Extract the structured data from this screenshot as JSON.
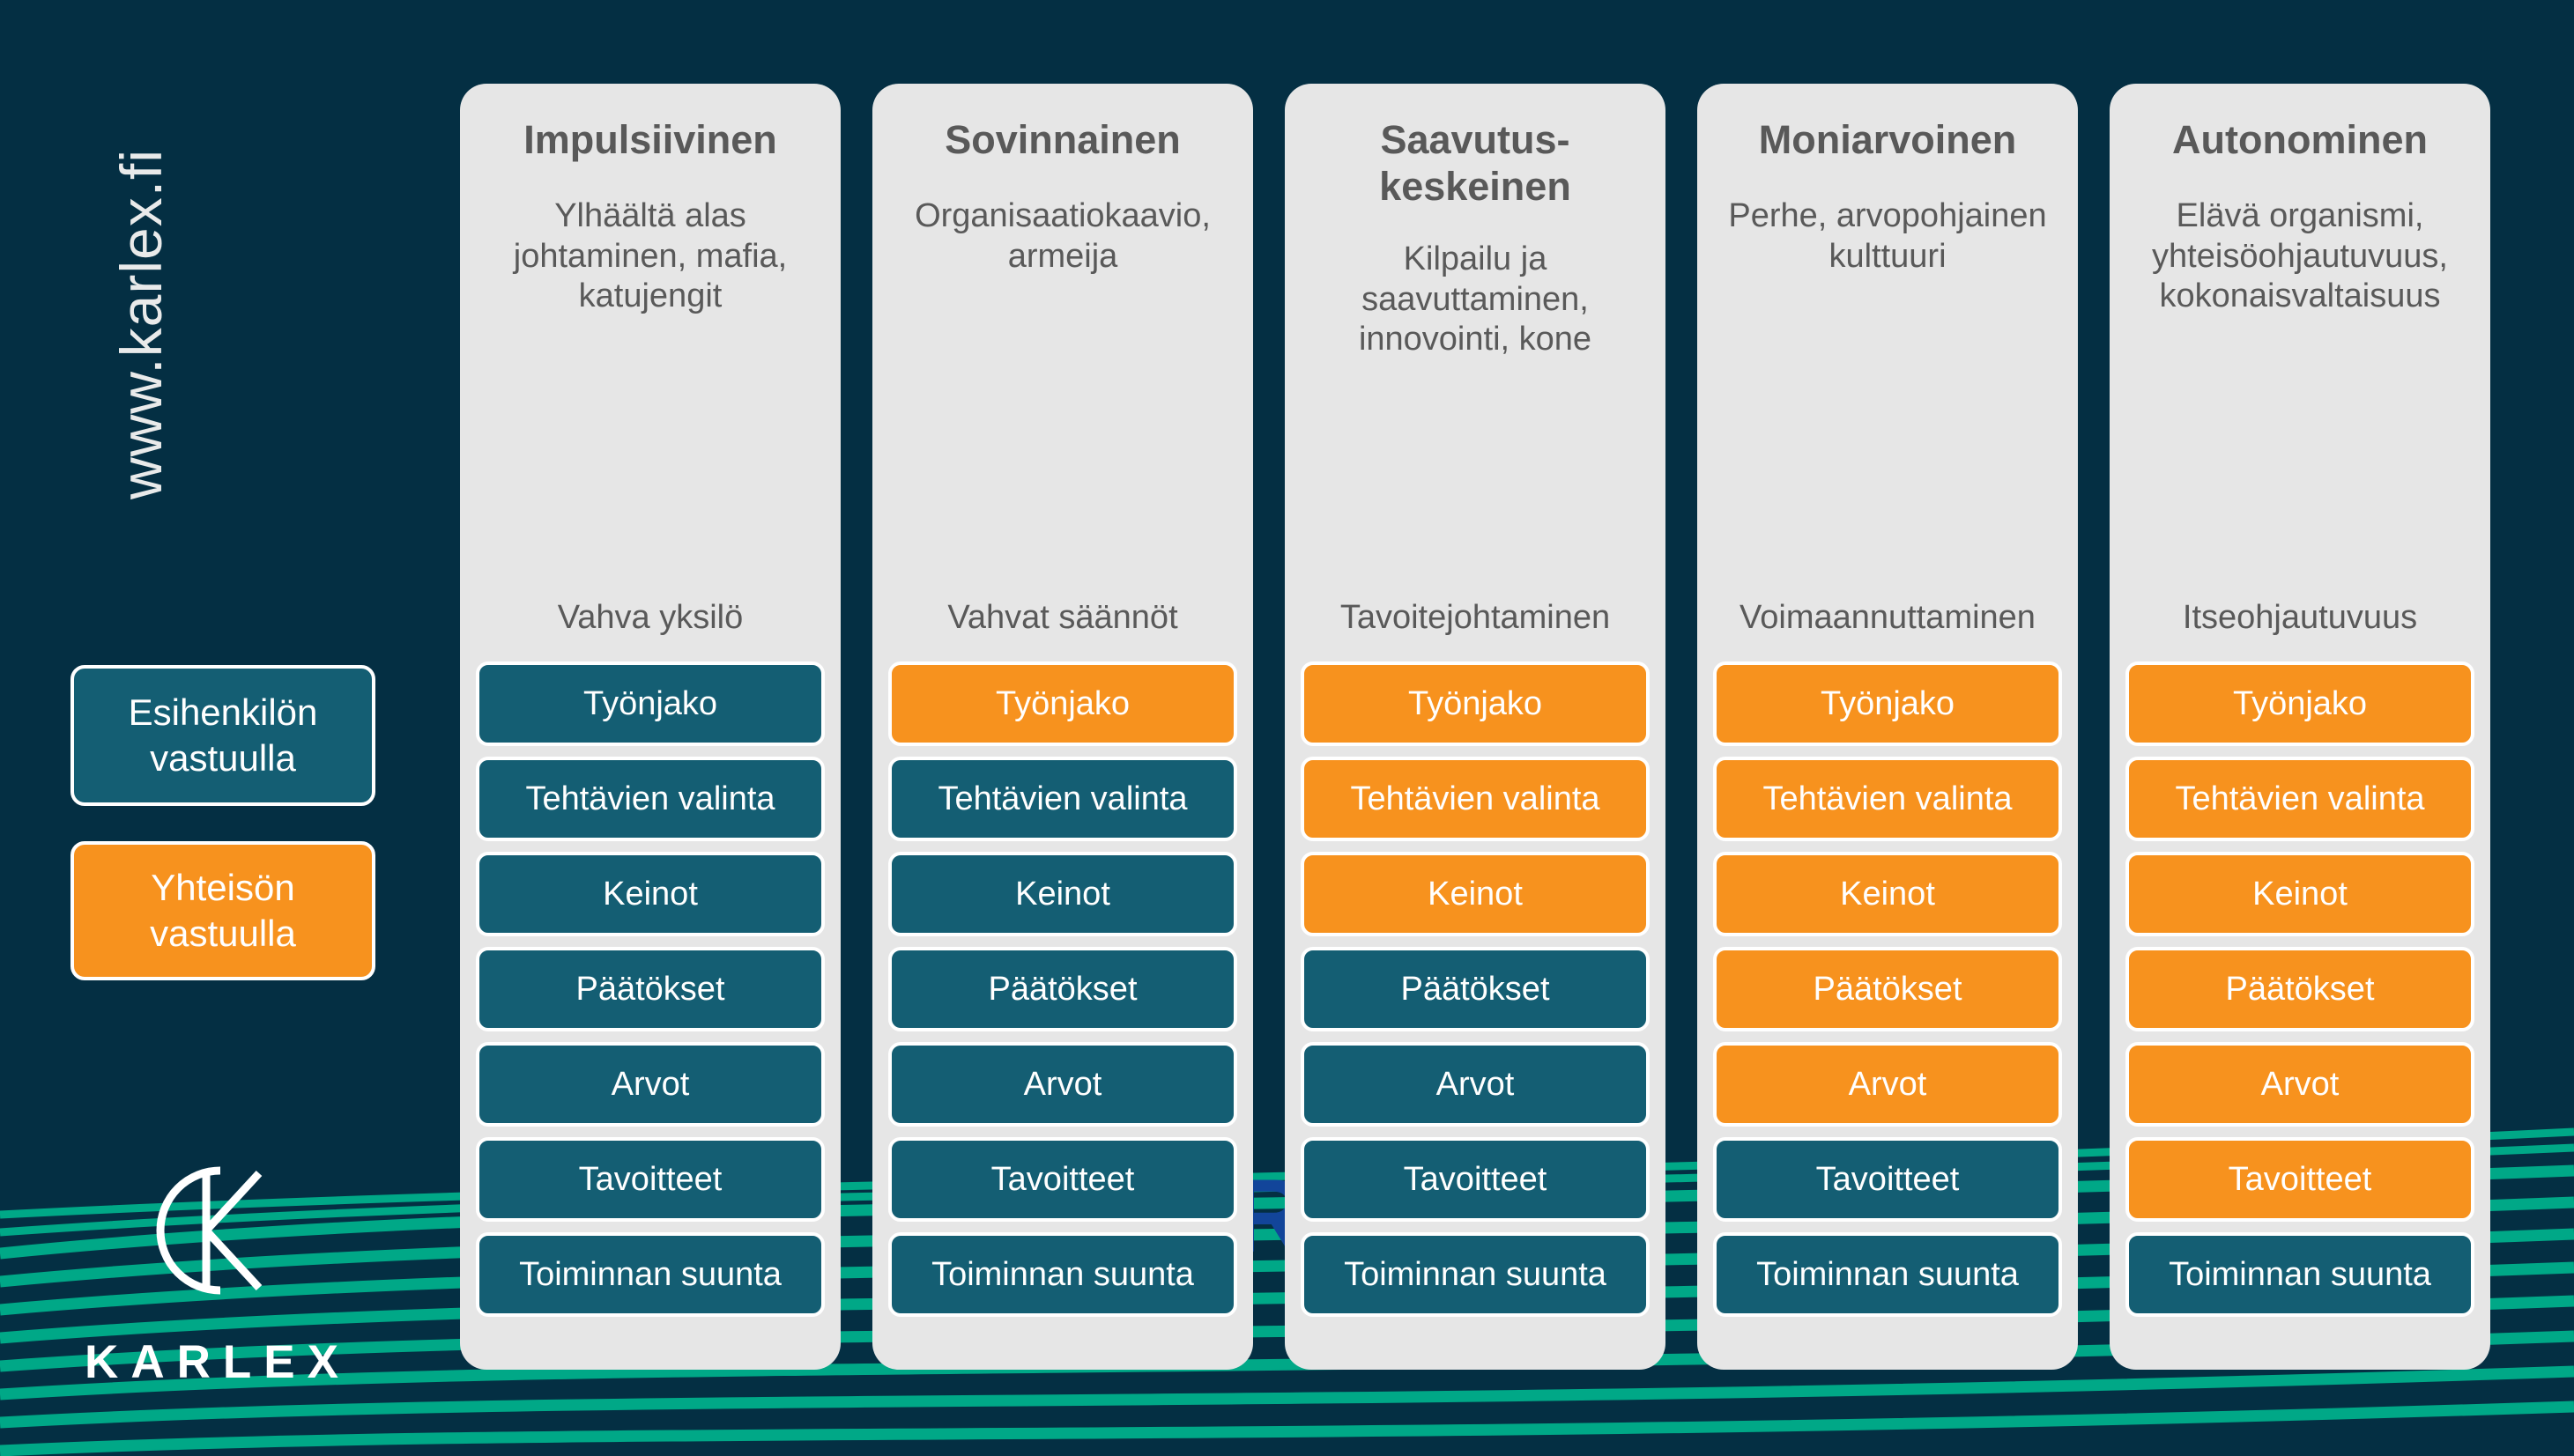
{
  "theme": {
    "background": "#042F43",
    "panel_bg": "#E6E6E6",
    "teal": "#145E73",
    "orange": "#F7921E",
    "wave_green": "#00A887",
    "text_gray": "#595959",
    "white": "#FFFFFF"
  },
  "branding": {
    "site_url": "www.karlex.fi",
    "wordmark": "KARLEX",
    "logo_icon": "karlex-circle-k-monogram"
  },
  "legend": {
    "items": [
      {
        "label": "Esihenkilön vastuulla",
        "color": "#145E73",
        "name": "leader-responsibility"
      },
      {
        "label": "Yhteisön vastuulla",
        "color": "#F7921E",
        "name": "community-responsibility"
      }
    ]
  },
  "artifact": {
    "glyph": "R"
  },
  "rows_order": [
    "Työnjako",
    "Tehtävien valinta",
    "Keinot",
    "Päätökset",
    "Arvot",
    "Tavoitteet",
    "Toiminnan suunta"
  ],
  "columns": [
    {
      "title": "Impulsiivinen",
      "description": "Ylhäältä alas johtaminen, mafia, katujengit",
      "subtitle": "Vahva yksilö",
      "rows": [
        {
          "label": "Työnjako",
          "owner": "leader"
        },
        {
          "label": "Tehtävien valinta",
          "owner": "leader"
        },
        {
          "label": "Keinot",
          "owner": "leader"
        },
        {
          "label": "Päätökset",
          "owner": "leader"
        },
        {
          "label": "Arvot",
          "owner": "leader"
        },
        {
          "label": "Tavoitteet",
          "owner": "leader"
        },
        {
          "label": "Toiminnan suunta",
          "owner": "leader"
        }
      ]
    },
    {
      "title": "Sovinnainen",
      "description": "Organisaatiokaavio, armeija",
      "subtitle": "Vahvat säännöt",
      "rows": [
        {
          "label": "Työnjako",
          "owner": "community"
        },
        {
          "label": "Tehtävien valinta",
          "owner": "leader"
        },
        {
          "label": "Keinot",
          "owner": "leader"
        },
        {
          "label": "Päätökset",
          "owner": "leader"
        },
        {
          "label": "Arvot",
          "owner": "leader"
        },
        {
          "label": "Tavoitteet",
          "owner": "leader"
        },
        {
          "label": "Toiminnan suunta",
          "owner": "leader"
        }
      ]
    },
    {
      "title": "Saavutus-keskeinen",
      "description": "Kilpailu ja saavuttaminen, innovointi, kone",
      "subtitle": "Tavoitejohtaminen",
      "rows": [
        {
          "label": "Työnjako",
          "owner": "community"
        },
        {
          "label": "Tehtävien valinta",
          "owner": "community"
        },
        {
          "label": "Keinot",
          "owner": "community"
        },
        {
          "label": "Päätökset",
          "owner": "leader"
        },
        {
          "label": "Arvot",
          "owner": "leader"
        },
        {
          "label": "Tavoitteet",
          "owner": "leader"
        },
        {
          "label": "Toiminnan suunta",
          "owner": "leader"
        }
      ]
    },
    {
      "title": "Moniarvoinen",
      "description": "Perhe, arvopohjainen kulttuuri",
      "subtitle": "Voimaannuttaminen",
      "rows": [
        {
          "label": "Työnjako",
          "owner": "community"
        },
        {
          "label": "Tehtävien valinta",
          "owner": "community"
        },
        {
          "label": "Keinot",
          "owner": "community"
        },
        {
          "label": "Päätökset",
          "owner": "community"
        },
        {
          "label": "Arvot",
          "owner": "community"
        },
        {
          "label": "Tavoitteet",
          "owner": "leader"
        },
        {
          "label": "Toiminnan suunta",
          "owner": "leader"
        }
      ]
    },
    {
      "title": "Autonominen",
      "description": "Elävä organismi, yhteisöohjautuvuus, kokonaisvaltaisuus",
      "subtitle": "Itseohjautuvuus",
      "rows": [
        {
          "label": "Työnjako",
          "owner": "community"
        },
        {
          "label": "Tehtävien valinta",
          "owner": "community"
        },
        {
          "label": "Keinot",
          "owner": "community"
        },
        {
          "label": "Päätökset",
          "owner": "community"
        },
        {
          "label": "Arvot",
          "owner": "community"
        },
        {
          "label": "Tavoitteet",
          "owner": "community"
        },
        {
          "label": "Toiminnan suunta",
          "owner": "leader"
        }
      ]
    }
  ]
}
